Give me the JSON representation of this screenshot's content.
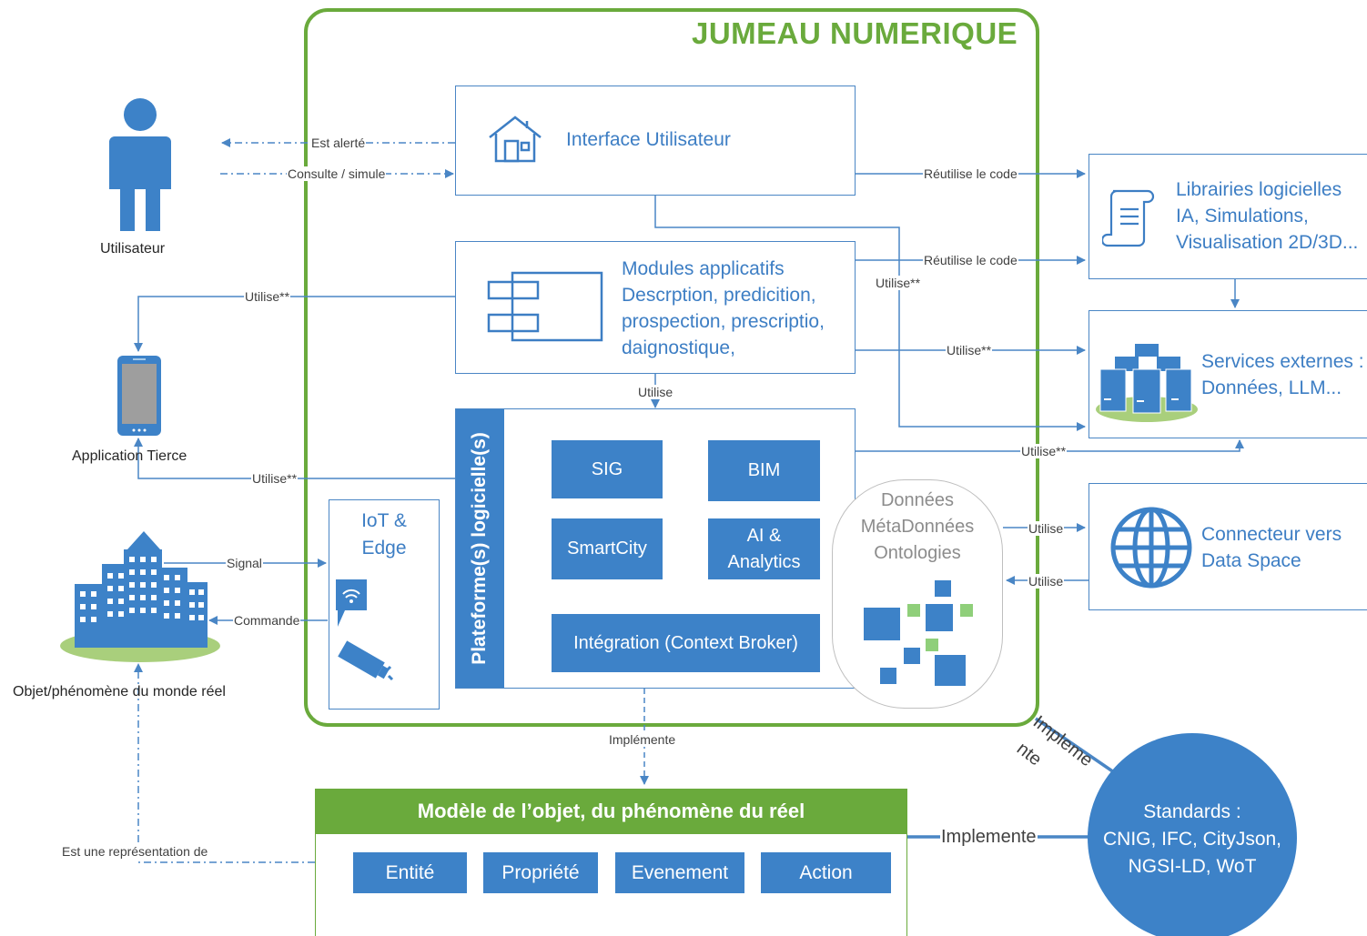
{
  "title": "JUMEAU NUMERIQUE",
  "actors": {
    "user": "Utilisateur",
    "app": "Application Tierce",
    "object": "Objet/phénomène du monde réel"
  },
  "boxes": {
    "ui": "Interface Utilisateur",
    "modules": [
      "Modules applicatifs",
      "Descrption, predicition,",
      "prospection, prescriptio,",
      "daignostique,"
    ],
    "platform": "Plateforme(s) logicielle(s)",
    "iot": [
      "IoT &",
      "Edge"
    ],
    "data": [
      "Données",
      "MétaDonnées",
      "Ontologies"
    ],
    "libs": [
      "Librairies logicielles",
      "IA, Simulations,",
      "Visualisation 2D/3D..."
    ],
    "services": [
      "Services externes :",
      "Données, LLM..."
    ],
    "connector": [
      "Connecteur vers",
      "Data Space"
    ]
  },
  "tiles": {
    "sig": "SIG",
    "bim": "BIM",
    "smartcity": "SmartCity",
    "ai": [
      "AI &",
      "Analytics"
    ],
    "integration": "Intégration (Context Broker)"
  },
  "model": {
    "title": "Modèle de l’objet, du phénomène du réel",
    "items": [
      "Entité",
      "Propriété",
      "Evenement",
      "Action"
    ]
  },
  "standards": [
    "Standards :",
    "CNIG, IFC, CityJson,",
    "NGSI-LD, WoT"
  ],
  "labels": {
    "alerted": "Est alerté",
    "consult": "Consulte / simule",
    "reuse1": "Réutilise le code",
    "reuse2": "Réutilise le code",
    "uses_right1": "Utilise**",
    "uses_mid": "Utilise**",
    "uses_right2": "Utilise**",
    "uses_app1": "Utilise**",
    "uses_app2": "Utilise**",
    "uses_platform": "Utilise",
    "uses_conn_out": "Utilise",
    "uses_conn_in": "Utilise",
    "signal": "Signal",
    "command": "Commande",
    "implements_model": "Implémente",
    "implements_std": "Implemente",
    "implements_diag": [
      "Impleme",
      "nte"
    ],
    "represents": "Est une représentation de"
  },
  "colors": {
    "green": "#6aaa3c",
    "blue": "#3d82c8",
    "line": "#4a86c5"
  }
}
